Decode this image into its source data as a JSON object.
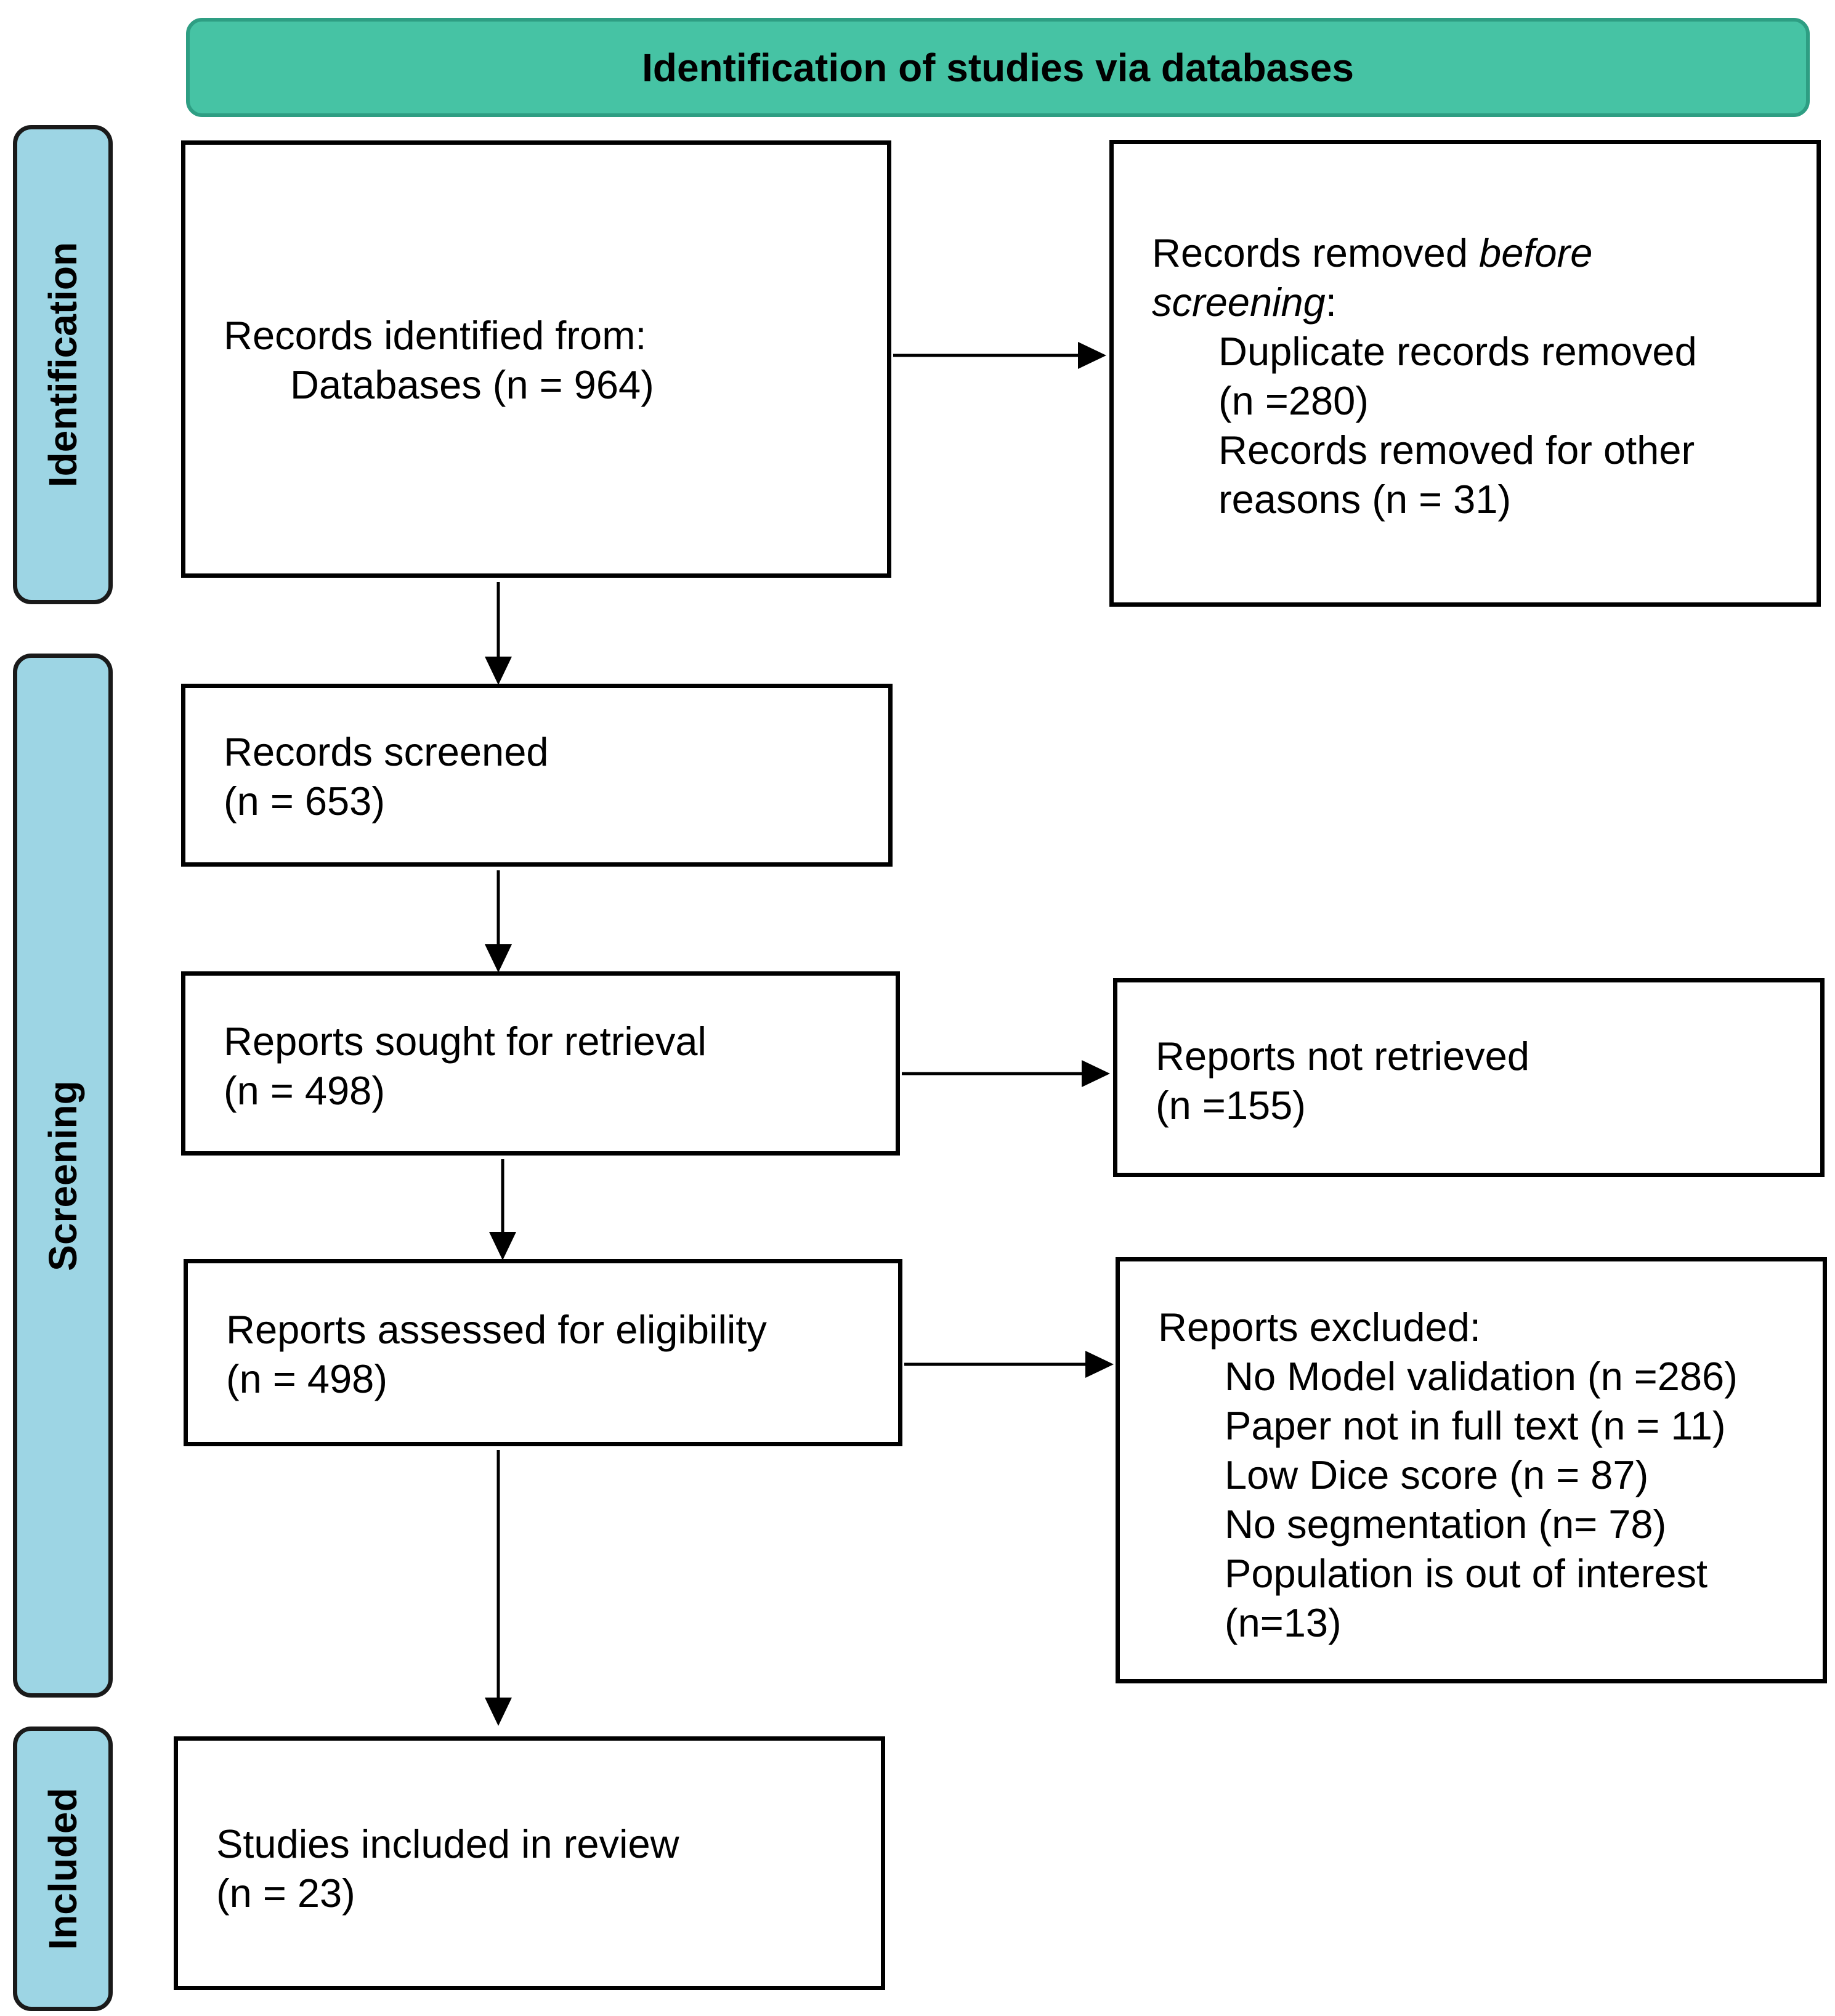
{
  "header": {
    "title": "Identification of studies via databases"
  },
  "phases": {
    "identification": "Identification",
    "screening": "Screening",
    "included": "Included"
  },
  "identified": {
    "line1": "Records identified from:",
    "line2": "Databases (n = 964)"
  },
  "removed_before": {
    "line1_plain": "Records removed ",
    "line1_italic": "before",
    "line2_italic": "screening",
    "line2_plain": ":",
    "item1": "Duplicate records removed",
    "item1b": "(n =280)",
    "item2": "Records removed for other",
    "item2b": "reasons (n = 31)"
  },
  "screened": {
    "line1": "Records screened",
    "line2": "(n = 653)"
  },
  "sought": {
    "line1": "Reports sought for retrieval",
    "line2": "(n = 498)"
  },
  "not_retrieved": {
    "line1": "Reports not retrieved",
    "line2": "(n =155)"
  },
  "assessed": {
    "line1": "Reports assessed for eligibility",
    "line2": "(n = 498)"
  },
  "excluded": {
    "title": "Reports excluded:",
    "items": [
      "No Model validation (n =286)",
      "Paper not in full text (n = 11)",
      "Low Dice score (n = 87)",
      "No segmentation (n= 78)",
      "Population is out of interest",
      "(n=13)"
    ]
  },
  "included_box": {
    "line1": "Studies included in review",
    "line2": "(n = 23)"
  },
  "colors": {
    "header_fill": "#46c3a4",
    "header_border": "#2e9e83",
    "phase_fill": "#9dd5e4"
  }
}
